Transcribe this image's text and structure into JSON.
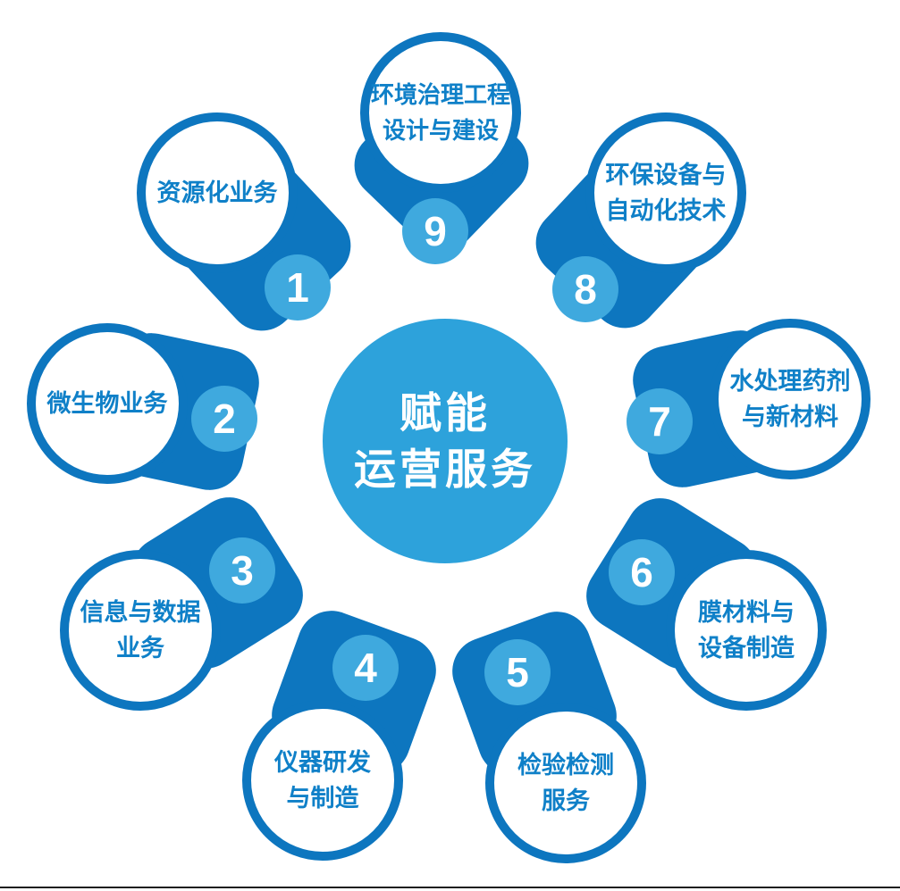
{
  "diagram": {
    "center": {
      "line1": "赋能",
      "line2": "运营服务"
    },
    "nodes": [
      {
        "number": "1",
        "line1": "资源化业务",
        "line2": ""
      },
      {
        "number": "2",
        "line1": "微生物业务",
        "line2": ""
      },
      {
        "number": "3",
        "line1": "信息与数据",
        "line2": "业务"
      },
      {
        "number": "4",
        "line1": "仪器研发",
        "line2": "与制造"
      },
      {
        "number": "5",
        "line1": "检验检测",
        "line2": "服务"
      },
      {
        "number": "6",
        "line1": "膜材料与",
        "line2": "设备制造"
      },
      {
        "number": "7",
        "line1": "水处理药剂",
        "line2": "与新材料"
      },
      {
        "number": "8",
        "line1": "环保设备与",
        "line2": "自动化技术"
      },
      {
        "number": "9",
        "line1": "环境治理工程",
        "line2": "设计与建设"
      }
    ],
    "colors": {
      "dark_blue": "#0d76bf",
      "hub_blue": "#2da2db",
      "badge_blue": "#3fa9de",
      "label_blue": "#0f80c8",
      "background": "#ffffff",
      "divider": "#1f1f1f"
    }
  }
}
